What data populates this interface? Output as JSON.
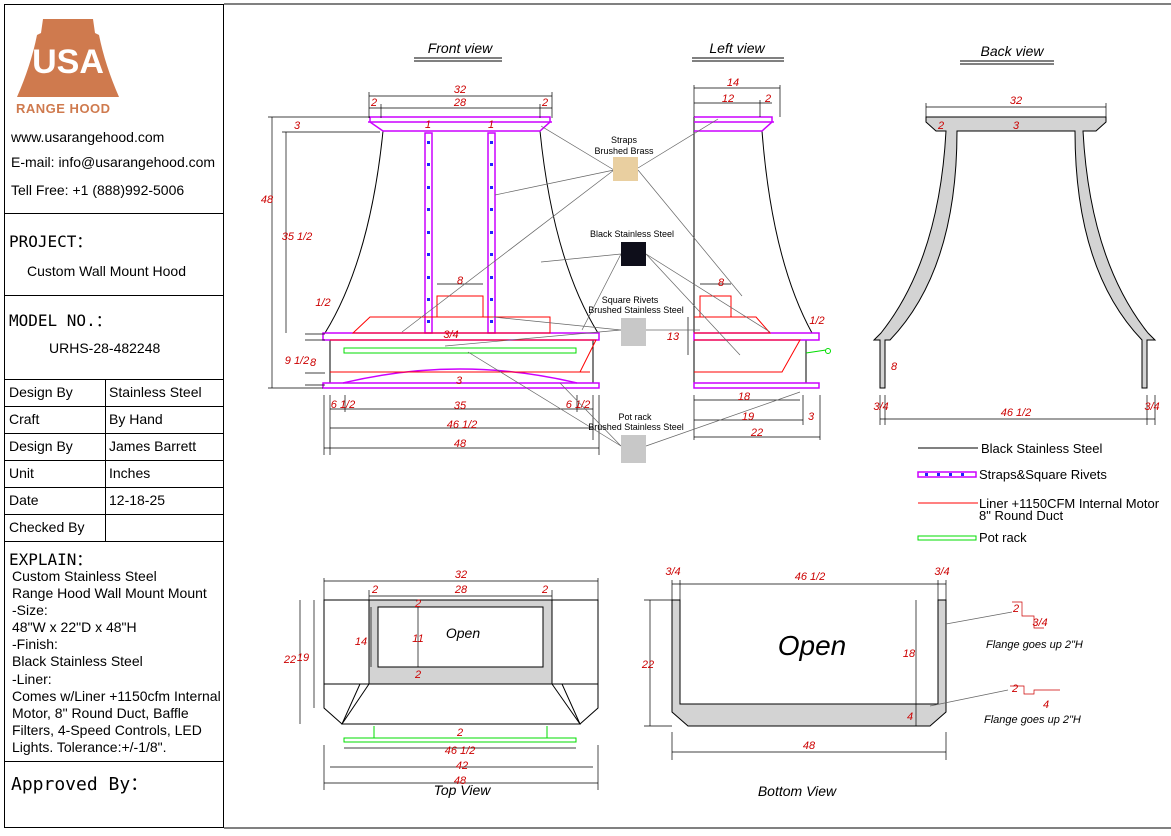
{
  "brand": {
    "logo_letters": "USA",
    "logo_subtitle": "RANGE HOOD",
    "website": "www.usarangehood.com",
    "email": "E-mail: info@usarangehood.com",
    "phone": "Tell Free: +1 (888)992-5006"
  },
  "project": {
    "label": "PROJECT：",
    "value": "Custom Wall Mount Hood"
  },
  "model": {
    "label": "MODEL NO.：",
    "value": "URHS-28-482248"
  },
  "specs": [
    {
      "label": "Design By",
      "value": "Stainless Steel"
    },
    {
      "label": "Craft",
      "value": "By Hand"
    },
    {
      "label": "Design By",
      "value": "James Barrett"
    },
    {
      "label": "Unit",
      "value": "Inches"
    },
    {
      "label": "Date",
      "value": "12-18-25"
    },
    {
      "label": "Checked By",
      "value": ""
    }
  ],
  "explain": {
    "label": "EXPLAIN：",
    "lines": [
      "Custom Stainless Steel",
      "Range Hood Wall Mount Mount",
      "-Size:",
      "48\"W x 22\"D x 48\"H",
      "-Finish:",
      "Black Stainless Steel",
      "-Liner:",
      "Comes w/Liner +1150cfm Internal",
      "Motor, 8\" Round Duct, Baffle",
      "Filters, 4-Speed Controls, LED",
      "Lights. Tolerance:+/-1/8\"."
    ]
  },
  "approved": "Approved By：",
  "views": {
    "front": "Front view",
    "left": "Left view",
    "back": "Back view",
    "top": "Top View",
    "bottom": "Bottom View"
  },
  "materials": {
    "straps": [
      "Straps",
      "Brushed Brass"
    ],
    "black": "Black Stainless Steel",
    "rivets": [
      "Square Rivets",
      "Brushed Stainless Steel"
    ],
    "potrack": [
      "Pot rack",
      "Brushed Stainless Steel"
    ]
  },
  "legend": [
    {
      "text": "Black Stainless Steel"
    },
    {
      "text": "Straps&Square Rivets"
    },
    {
      "text": "Liner +1150CFM Internal Motor",
      "text2": "8\" Round Duct"
    },
    {
      "text": "Pot rack"
    }
  ],
  "open_labels": {
    "top": "Open",
    "bottom": "Open"
  },
  "flange": [
    "Flange goes up 2\"H",
    "Flange goes up 2\"H"
  ],
  "dims": {
    "front": {
      "top_total": "32",
      "top_inner": "28",
      "top_left": "2",
      "top_right": "2",
      "left_3": "3",
      "s1": "1",
      "s2": "1",
      "h48": "48",
      "h35": "35 1/2",
      "half": "1/2",
      "h9": "9 1/2",
      "h8": "8",
      "box8": "8",
      "mid34": "3/4",
      "arch3": "3",
      "b35": "35",
      "b46": "46 1/2",
      "b48": "48",
      "side6l": "6 1/2",
      "side6r": "6 1/2"
    },
    "left": {
      "top14": "14",
      "top12": "12",
      "top2": "2",
      "box8": "8",
      "h13": "13",
      "half": "1/2",
      "b18": "18",
      "b19": "19",
      "b3": "3",
      "b22": "22"
    },
    "back": {
      "w32": "32",
      "l2": "2",
      "c3": "3",
      "h8": "8",
      "b46": "46 1/2",
      "lq": "3/4",
      "rq": "3/4"
    },
    "top": {
      "w32": "32",
      "w28": "28",
      "l2": "2",
      "r2": "2",
      "t2": "2",
      "h22": "22",
      "h19": "19",
      "h14": "14",
      "h11": "11",
      "m2": "2",
      "b2": "2",
      "b46": "46 1/2",
      "b42": "42",
      "b48": "48"
    },
    "bottom": {
      "lq": "3/4",
      "w46": "46 1/2",
      "rq": "3/4",
      "h22": "22",
      "h18": "18",
      "b4": "4",
      "b48": "48",
      "f2a": "2",
      "f34": "3/4",
      "f2b": "2",
      "f4": "4"
    }
  },
  "colors": {
    "liner": "#ff0000",
    "straps": "#cc00ff",
    "rivets": "#2222ff",
    "potrack": "#00dd00",
    "brass": "#e9cfa0",
    "black_swatch": "#0e0e1a",
    "rivet_swatch": "#c8c8c8",
    "logo": "#cf7a4e",
    "dim": "#cc0000"
  }
}
